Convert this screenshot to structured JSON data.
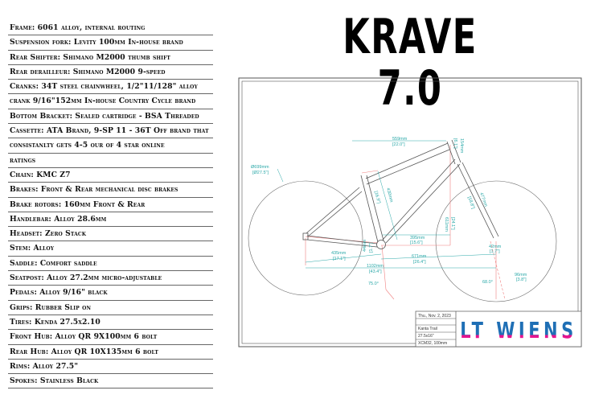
{
  "specs": [
    "Frame: 6061 alloy, internal routing",
    "Suspension fork: Levity 100mm In-house brand",
    "Rear Shifter: Shimano M2000 thumb shift",
    "Rear derailleur: Shimano M2000 9-speed",
    "Cranks: 34T steel chainwheel, 1/2\"11/128\" alloy",
    "crank 9/16\"152mm In-house Country Cycle brand",
    "Bottom Bracket: Sealed cartridge - BSA Threaded",
    "Cassette: ATA Brand, 9-SP 11 - 36T Off brand that",
    "consistanlty gets 4-5 our of 4 star online",
    "ratings",
    "Chain: KMC Z7",
    "Brakes: Front & Rear mechanical disc brakes",
    "Brake rotors: 160mm Front & Rear",
    "Handlebar: Alloy 28.6mm",
    "Headset: Zero Stack",
    "Stem: Alloy",
    "Saddle: Comfort saddle",
    "Seatpost: Alloy 27.2mm micro-adjustable",
    "Pedals: Alloy 9/16\" black",
    "Grips: Rubber Slip on",
    "Tires: Kenda 27.5x2.10",
    "Front Hub: Alloy QR 9X100mm 6 bolt",
    "Rear Hub: Alloy QR 10X135mm 6 bolt",
    "Rims: Alloy 27.5\"",
    "Spokes: Stainless Black"
  ],
  "title": "KRAVE 7.0",
  "drawing": {
    "dims": {
      "wheel": "Ø699mm",
      "wheel_in": "[Ø27.5\"]",
      "reach": "559mm",
      "reach_in": "[22.0\"]",
      "head": "154mm",
      "head_in": "[6.1\"]",
      "seat": "430mm",
      "seat_in": "[16.9\"]",
      "fork": "477mm",
      "fork_in": "[18.8\"]",
      "stack": "611mm",
      "stack_in": "[24.1\"]",
      "bbx": "395mm",
      "bbx_in": "[15.6\"]",
      "drop": "44mm",
      "drop_in": "[1.7\"]",
      "chainstay": "435mm",
      "chainstay_in": "[17.1\"]",
      "front": "671mm",
      "front_in": "[26.4\"]",
      "wheelbase": "1102mm",
      "wheelbase_in": "[43.4\"]",
      "offset": "42mm",
      "offset_in": "[1.7\"]",
      "trail": "96mm",
      "trail_in": "[3.8\"]",
      "seat_angle": "75.0°",
      "head_angle": "68.0°"
    },
    "title_block": {
      "date": "Thu., Nov. 2, 2023",
      "blank": "",
      "name": "Kanta Trail",
      "size": "27.5x16\"",
      "part": "XCM32, 100mm"
    },
    "logo": "LT WIENS",
    "colors": {
      "dimension": "#2aa8a8",
      "construction": "#f08080",
      "logo_blue": "#1f6fb5",
      "logo_pink": "#e6158f"
    }
  }
}
